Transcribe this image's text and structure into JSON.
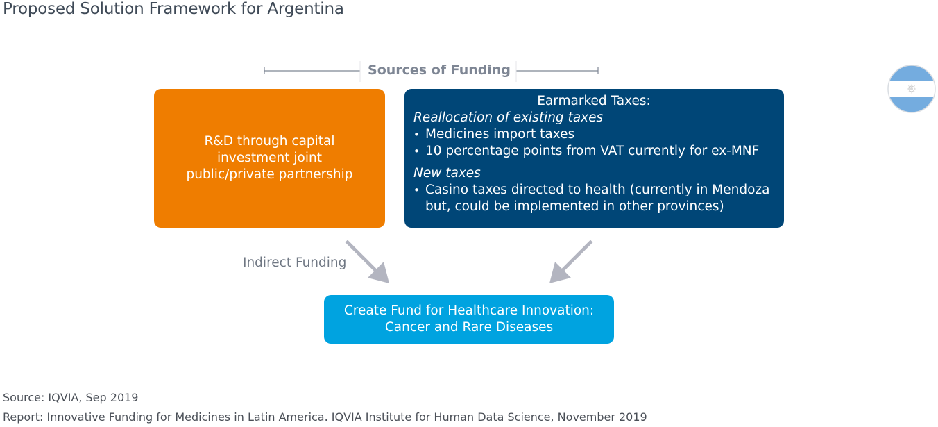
{
  "title": "Proposed Solution Framework for Argentina",
  "sources_label": "Sources of Funding",
  "orange_box": {
    "text": "R&D through capital\ninvestment joint\npublic/private partnership"
  },
  "navy_box": {
    "heading": "Earmarked Taxes:",
    "section1_title": "Reallocation of existing taxes",
    "section1_items": [
      "Medicines import taxes",
      "10 percentage points from VAT currently for ex-MNF"
    ],
    "section2_title": "New taxes",
    "section2_items": [
      "Casino taxes directed to health (currently in Mendoza but, could be implemented in other provinces)"
    ]
  },
  "indirect_label": "Indirect Funding",
  "cyan_box": {
    "text": "Create Fund for Healthcare Innovation:\nCancer and Rare Diseases"
  },
  "footer": {
    "source": "Source: IQVIA, Sep 2019",
    "report": "Report: Innovative Funding for Medicines in Latin America. IQVIA Institute for Human Data Science, November 2019"
  },
  "colors": {
    "orange": "#ef7d00",
    "navy": "#004677",
    "cyan": "#00a3e0",
    "arrow_gray": "#b3b5c0",
    "flag_blue": "#74acdf"
  },
  "icons": [
    "argentina-flag-icon",
    "arrow-down-right-icon",
    "arrow-down-left-icon"
  ]
}
